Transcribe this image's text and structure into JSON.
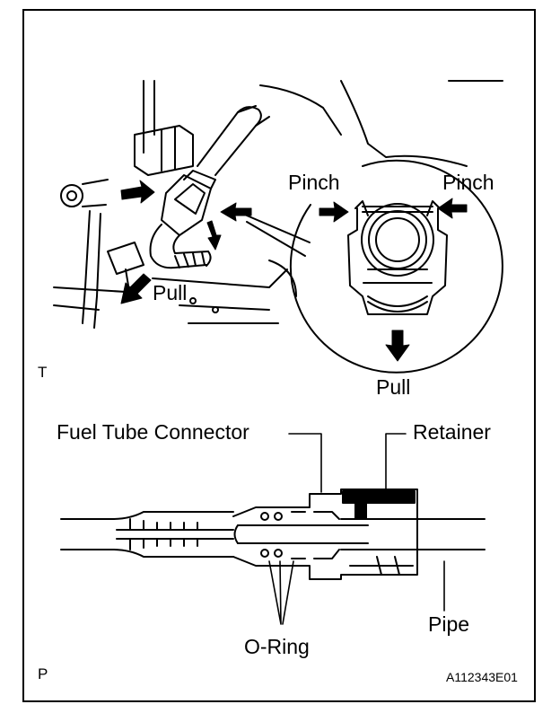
{
  "top_panel": {
    "panel_letter": "T",
    "labels": {
      "pinch_left": "Pinch",
      "pinch_right": "Pinch",
      "pull_main": "Pull",
      "pull_detail": "Pull"
    }
  },
  "bottom_panel": {
    "panel_letter": "P",
    "labels": {
      "fuel_tube_connector": "Fuel Tube Connector",
      "retainer": "Retainer",
      "pipe": "Pipe",
      "o_ring": "O-Ring"
    }
  },
  "figure_code": "A112343E01"
}
